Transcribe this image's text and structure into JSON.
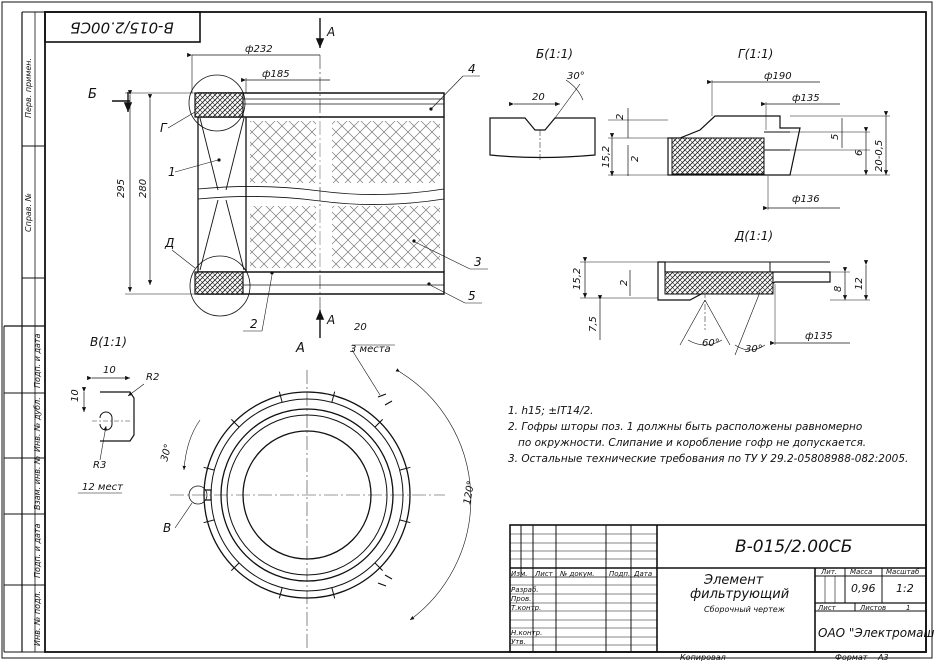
{
  "stamp_code": "В-015/2.00СБ",
  "side_block": {
    "labels": [
      "Перв. примен.",
      "Справ. №",
      "Подп. и дата",
      "Инв. № дубл.",
      "Взам. инв. №",
      "Подп. и дата",
      "Инв. № подл."
    ]
  },
  "main_view": {
    "dim_232": "ф232",
    "dim_185": "ф185",
    "dim_295": "295",
    "dim_280": "280",
    "section_b": "Б",
    "section_a_top": "А",
    "section_a_bottom": "А",
    "letter_g": "Г",
    "letter_d": "Д",
    "pos_1": "1",
    "pos_2": "2",
    "pos_3": "3",
    "pos_4": "4",
    "pos_5": "5"
  },
  "section_b": {
    "title": "Б(1:1)",
    "dim_20": "20",
    "angle_30": "30°"
  },
  "section_g": {
    "title": "Г(1:1)",
    "dim_190": "ф190",
    "dim_135": "ф135",
    "dim_136": "ф136",
    "dim_2a": "2",
    "dim_2b": "2",
    "dim_152": "15,2",
    "dim_5": "5",
    "dim_6": "6",
    "dim_20_05": "20-0,5"
  },
  "section_d": {
    "title": "Д(1:1)",
    "dim_152": "15,2",
    "dim_2": "2",
    "dim_75": "7,5",
    "dim_8": "8",
    "dim_12": "12",
    "angle_60": "60°",
    "angle_30": "30°",
    "dim_135": "ф135"
  },
  "section_v": {
    "title": "В(1:1)",
    "dim_10a": "10",
    "dim_10b": "10",
    "r2": "R2",
    "r3": "R3",
    "count": "12 мест"
  },
  "view_a": {
    "title": "А",
    "dim_20": "20",
    "places": "3 места",
    "angle_30": "30°",
    "angle_120": "120°",
    "letter_v": "В"
  },
  "notes": [
    "1. h15; ±IT14/2.",
    "2. Гофры шторы поз. 1 должны быть расположены равномерно",
    "по окружности. Слипание и коробление гофр не допускается.",
    "3. Остальные технические требования по ТУ У 29.2-05808988-082:2005."
  ],
  "title_block": {
    "designation": "В-015/2.00СБ",
    "name_line1": "Элемент",
    "name_line2": "фильтрующий",
    "doc_type": "Сборочный чертеж",
    "col_izm": "Изм.",
    "col_list": "Лист",
    "col_ndoc": "№ докум.",
    "col_podp": "Подп.",
    "col_data": "Дата",
    "row_razrab": "Разраб.",
    "row_prov": "Пров.",
    "row_tkontr": "Т.контр.",
    "row_nkontr": "Н.контр.",
    "row_utv": "Утв.",
    "hdr_lit": "Лит.",
    "hdr_massa": "Масса",
    "hdr_masshtab": "Масштаб",
    "massa": "0,96",
    "masshtab": "1:2",
    "list_label": "Лист",
    "listov_label": "Листов",
    "listov_value": "1",
    "org": "ОАО \"Электромаш\"",
    "copied": "Копировал",
    "format_label": "Формат",
    "format_value": "А3"
  }
}
